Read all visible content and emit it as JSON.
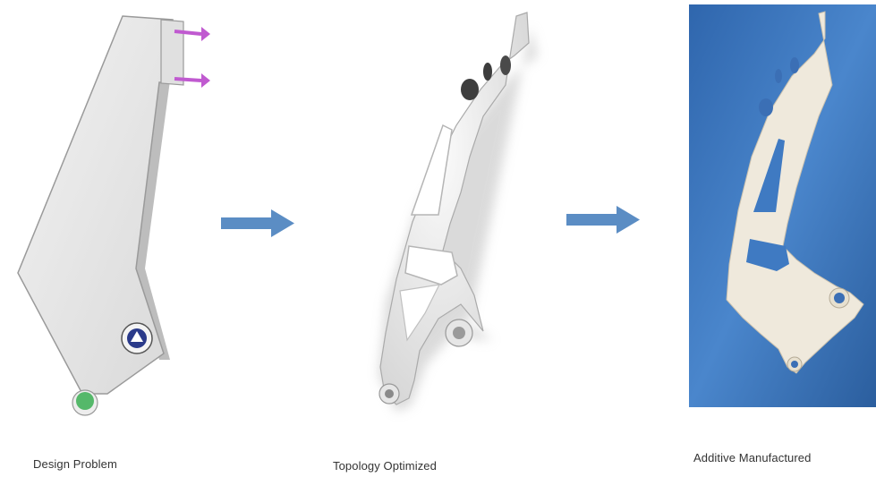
{
  "captions": {
    "design_problem": "Design Problem",
    "topology_optimized": "Topology Optimized",
    "additive_manufactured": "Additive Manufactured"
  },
  "colors": {
    "arrow": "#5b8dc4",
    "photo_background": "#3f78bf",
    "part_fill": "#ececec",
    "load_marker": "#c05ad0",
    "fixed_support": "#55b86a"
  }
}
